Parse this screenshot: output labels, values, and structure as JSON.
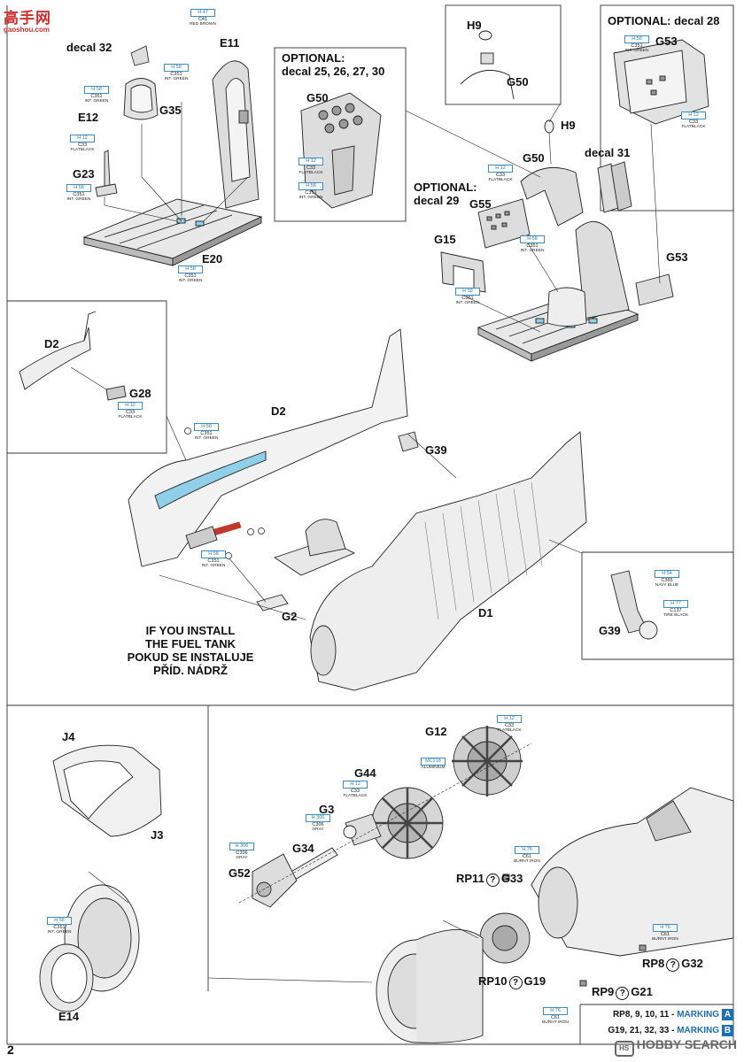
{
  "page": {
    "number": "2"
  },
  "watermark": {
    "title": "高手网",
    "url": "gaoshou.com"
  },
  "footer_brand": {
    "icon": "hobby-search-logo-icon",
    "text": "HOBBY SEARCH"
  },
  "labels": {
    "decal32": "decal 32",
    "E11": "E11",
    "E12": "E12",
    "G35": "G35",
    "G23": "G23",
    "E20": "E20",
    "optional_top": "OPTIONAL:",
    "optional_top_decals": "decal 25, 26, 27, 30",
    "G50a": "G50",
    "H9a": "H9",
    "G50b": "G50",
    "H9b": "H9",
    "G50c": "G50",
    "optional_decal28": "OPTIONAL: decal 28",
    "G53a": "G53",
    "decal31": "decal 31",
    "optional_decal29_1": "OPTIONAL:",
    "optional_decal29_2": "decal 29",
    "G55": "G55",
    "G15": "G15",
    "G53b": "G53",
    "D2a": "D2",
    "G28": "G28",
    "D2b": "D2",
    "G39a": "G39",
    "G2": "G2",
    "D1": "D1",
    "G39b": "G39",
    "fuel1": "IF YOU INSTALL",
    "fuel2": "THE FUEL TANK",
    "fuel3": "POKUD SE INSTALUJE",
    "fuel4": "PŘÍD. NÁDRŽ",
    "J4": "J4",
    "J3": "J3",
    "E14": "E14",
    "G12": "G12",
    "G44": "G44",
    "G3": "G3",
    "G34": "G34",
    "G52": "G52",
    "RP11": "RP11",
    "G33": "G33",
    "RP8": "RP8",
    "G32": "G32",
    "RP10": "RP10",
    "G19": "G19",
    "RP9": "RP9",
    "G21": "G21"
  },
  "paints": {
    "p_e11": {
      "h": "H 47",
      "c": "C41",
      "n": "RED BROWN"
    },
    "p_intgreen1": {
      "h": "H 58",
      "c": "C351",
      "n": "INT. GREEN"
    },
    "p_e12": {
      "h": "H 58",
      "c": "C351",
      "n": "INT. GREEN"
    },
    "p_g23a": {
      "h": "H 12",
      "c": "C33",
      "n": "FLATBLACK"
    },
    "p_g23b": {
      "h": "H 58",
      "c": "C351",
      "n": "INT. GREEN"
    },
    "p_e20": {
      "h": "H 58",
      "c": "C351",
      "n": "INT. GREEN"
    },
    "p_g50a": {
      "h": "H 12",
      "c": "C33",
      "n": "FLATBLACK"
    },
    "p_g50b": {
      "h": "H 58",
      "c": "C351",
      "n": "INT. GREEN"
    },
    "p_g53a": {
      "h": "H 58",
      "c": "C351",
      "n": "INT. GREEN"
    },
    "p_g53b": {
      "h": "H 12",
      "c": "C33",
      "n": "FLATBLACK"
    },
    "p_g55a": {
      "h": "H 12",
      "c": "C33",
      "n": "FLATBLACK"
    },
    "p_g55b": {
      "h": "H 58",
      "c": "C351",
      "n": "INT. GREEN"
    },
    "p_g15": {
      "h": "H 58",
      "c": "C351",
      "n": "INT. GREEN"
    },
    "p_g28": {
      "h": "H 12",
      "c": "C33",
      "n": "FLATBLACK"
    },
    "p_d2": {
      "h": "H 58",
      "c": "C351",
      "n": "INT. GREEN"
    },
    "p_d1": {
      "h": "H 58",
      "c": "C351",
      "n": "INT. GREEN"
    },
    "p_g39a": {
      "h": "H 54",
      "c": "C365",
      "n": "NAVY BLUE"
    },
    "p_g39b": {
      "h": "H 77",
      "c": "C137",
      "n": "TIRE BLACK"
    },
    "p_g12": {
      "h": "H 12",
      "c": "C33",
      "n": "FLATBLACK"
    },
    "p_alu": {
      "h": "MC218",
      "c": "",
      "n": "ALUMINIUM"
    },
    "p_g44": {
      "h": "H 12",
      "c": "C33",
      "n": "FLATBLACK"
    },
    "p_g3": {
      "h": "H 306",
      "c": "C306",
      "n": "GRAY"
    },
    "p_g52": {
      "h": "H 306",
      "c": "C306",
      "n": "GRAY"
    },
    "p_e14": {
      "h": "H 58",
      "c": "C351",
      "n": "INT. GREEN"
    },
    "p_g33": {
      "h": "H 76",
      "c": "C61",
      "n": "BURNT IRON"
    },
    "p_g32": {
      "h": "H 76",
      "c": "C61",
      "n": "BURNT IRON"
    },
    "p_g21": {
      "h": "H 76",
      "c": "C61",
      "n": "BURNT IRON"
    }
  },
  "legend": [
    {
      "parts": "RP8, 9, 10, 11 - ",
      "marking": "MARKING",
      "letter": "A"
    },
    {
      "parts": "G19, 21, 32, 33 - ",
      "marking": "MARKING",
      "letter": "B"
    }
  ],
  "colors": {
    "ink": "#111111",
    "paint_box": "#3a8fc4",
    "marking": "#1a6fb5",
    "watermark": "#d03030",
    "glue": "#8fd0e8",
    "fuel_line": "#c0392b"
  }
}
